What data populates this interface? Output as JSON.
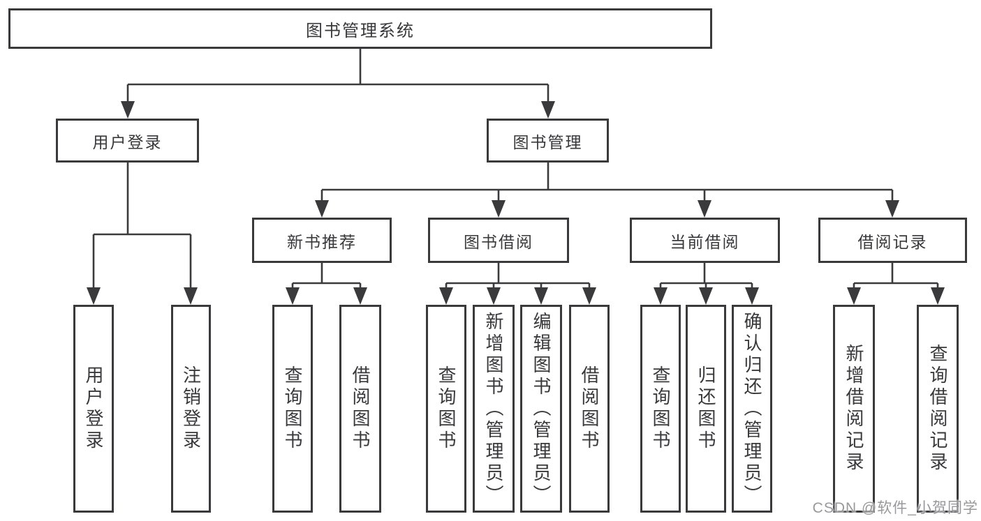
{
  "diagram": {
    "type": "hierarchy",
    "tree": {
      "label": "图书管理系统",
      "children": [
        {
          "label": "用户登录",
          "children": [
            {
              "label": "用户登录"
            },
            {
              "label": "注销登录"
            }
          ]
        },
        {
          "label": "图书管理",
          "children": [
            {
              "label": "新书推荐",
              "children": [
                {
                  "label": "查询图书"
                },
                {
                  "label": "借阅图书"
                }
              ]
            },
            {
              "label": "图书借阅",
              "children": [
                {
                  "label": "查询图书"
                },
                {
                  "label": "新增图书（管理员）"
                },
                {
                  "label": "编辑图书（管理员）"
                },
                {
                  "label": "借阅图书"
                }
              ]
            },
            {
              "label": "当前借阅",
              "children": [
                {
                  "label": "查询图书"
                },
                {
                  "label": "归还图书"
                },
                {
                  "label": "确认归还（管理员）"
                }
              ]
            },
            {
              "label": "借阅记录",
              "children": [
                {
                  "label": "新增借阅记录"
                },
                {
                  "label": "查询借阅记录"
                }
              ]
            }
          ]
        }
      ]
    },
    "colors": {
      "line": "#3a3a3c",
      "box_background": "#ffffff",
      "text": "#39393b",
      "watermark": "#949496"
    }
  },
  "watermark": "CSDN @软件_小贺同学"
}
